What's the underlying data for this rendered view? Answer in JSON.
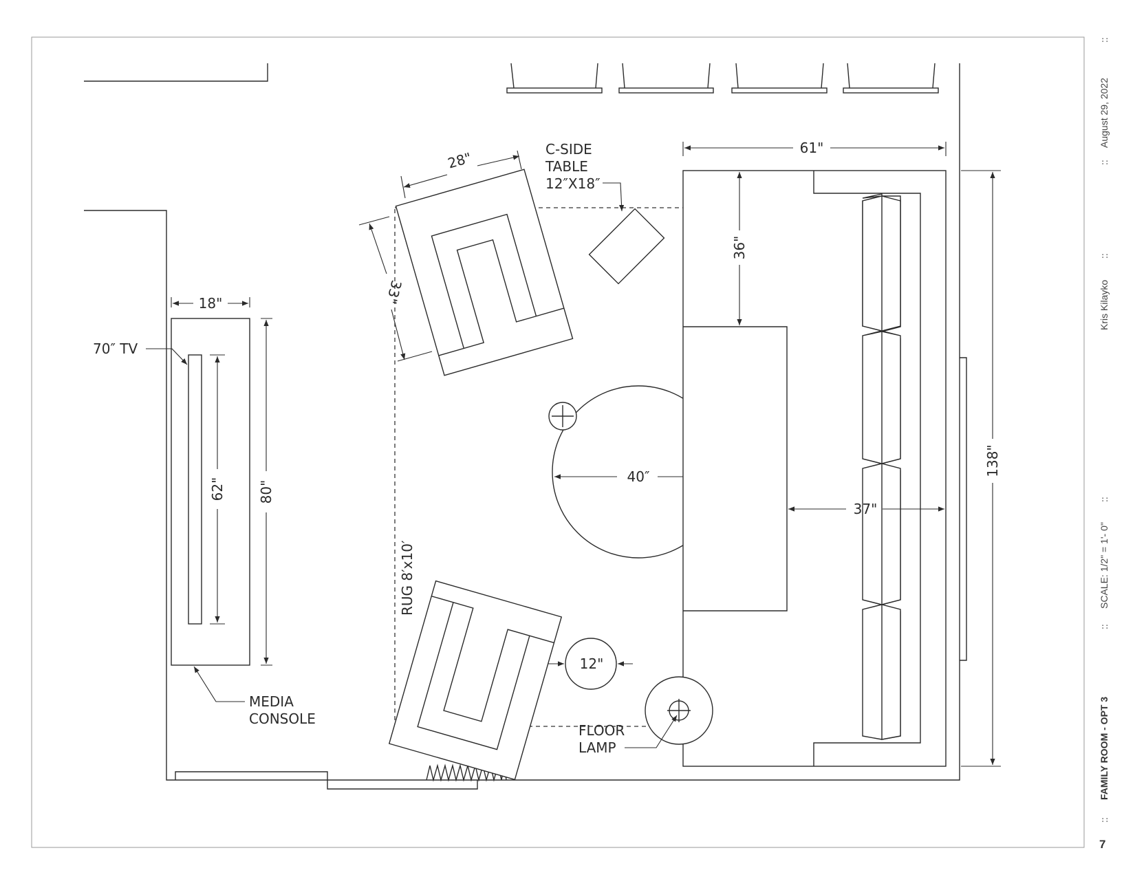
{
  "sheet": {
    "title": "FAMILY ROOM - OPT 3",
    "scale": "SCALE: 1/2\" = 1'- 0\"",
    "author": "Kris Kilayko",
    "date": "August 29, 2022",
    "page_number": "7",
    "separator": "::"
  },
  "labels": {
    "tv": "70″ TV",
    "media_console_line1": "MEDIA",
    "media_console_line2": "CONSOLE",
    "side_table_line1": "C-SIDE",
    "side_table_line2": "TABLE",
    "side_table_line3": "12″X18″",
    "rug": "RUG 8′x10′",
    "floor_lamp_line1": "FLOOR",
    "floor_lamp_line2": "LAMP"
  },
  "dimensions": {
    "console_width": "18\"",
    "console_length": "80\"",
    "tv_width": "62\"",
    "chair_width": "28\"",
    "chair_depth": "33\"",
    "sofa_width": "61\"",
    "sofa_arm_depth": "36\"",
    "coffee_table_diameter": "40″",
    "sofa_clearance": "37\"",
    "sofa_length": "138\"",
    "end_table_diameter": "12\""
  }
}
